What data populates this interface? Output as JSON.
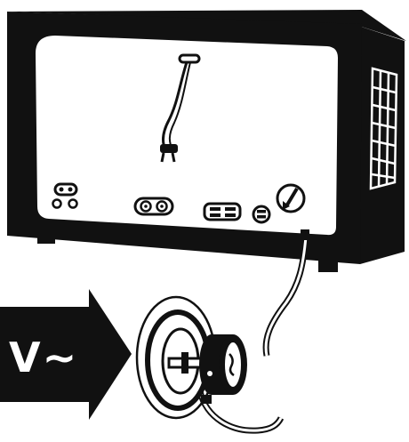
{
  "figure": {
    "voltage_symbol": "V~",
    "ink_color": "#111111",
    "paper_color": "#ffffff",
    "icons": [
      "radio-cabinet",
      "internal-cable-plug",
      "input-socket-pair",
      "terminal-socket",
      "voltage-selector",
      "power-cord",
      "mains-plug",
      "wall-outlet",
      "direction-arrow"
    ]
  }
}
